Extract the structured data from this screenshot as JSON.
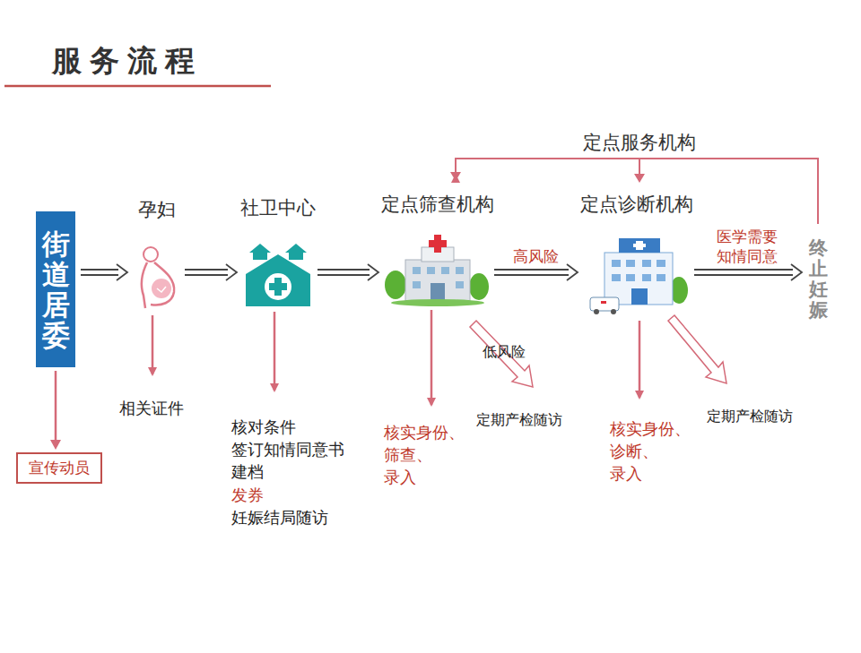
{
  "diagram": {
    "title": "服务流程",
    "nodes": [
      {
        "text": [
          "街道居委"
        ]
      },
      {
        "text": [
          "宣传动员"
        ]
      },
      {
        "text": [
          "孕妇"
        ]
      },
      {
        "text": [
          "社卫中心"
        ]
      },
      {
        "text": [
          "定点筛查机构"
        ]
      },
      {
        "text": [
          "定点诊断机构"
        ]
      },
      {
        "text": [
          "终止妊娠"
        ]
      }
    ],
    "edges": [
      {
        "from": 0,
        "to": 1,
        "arrow": "to"
      },
      {
        "from": 0,
        "to": 2,
        "arrow": "to"
      },
      {
        "from": 2,
        "to": 3,
        "arrow": "to"
      },
      {
        "from": 3,
        "to": 4,
        "arrow": "to"
      },
      {
        "from": 4,
        "to": 5,
        "label": "高风险",
        "arrow": "to"
      },
      {
        "from": 5,
        "to": 6,
        "label": "医学需要 知情同意",
        "arrow": "to"
      }
    ],
    "labels": [
      "定点服务机构",
      "相关证件",
      "核对条件",
      "签订知情同意书",
      "建档",
      "发券",
      "妊娠结局随访",
      "核实身份、",
      "筛查、",
      "录入",
      "低风险",
      "定期产检随访",
      "核实身份、",
      "诊断、",
      "录入",
      "定期产检随访"
    ]
  }
}
